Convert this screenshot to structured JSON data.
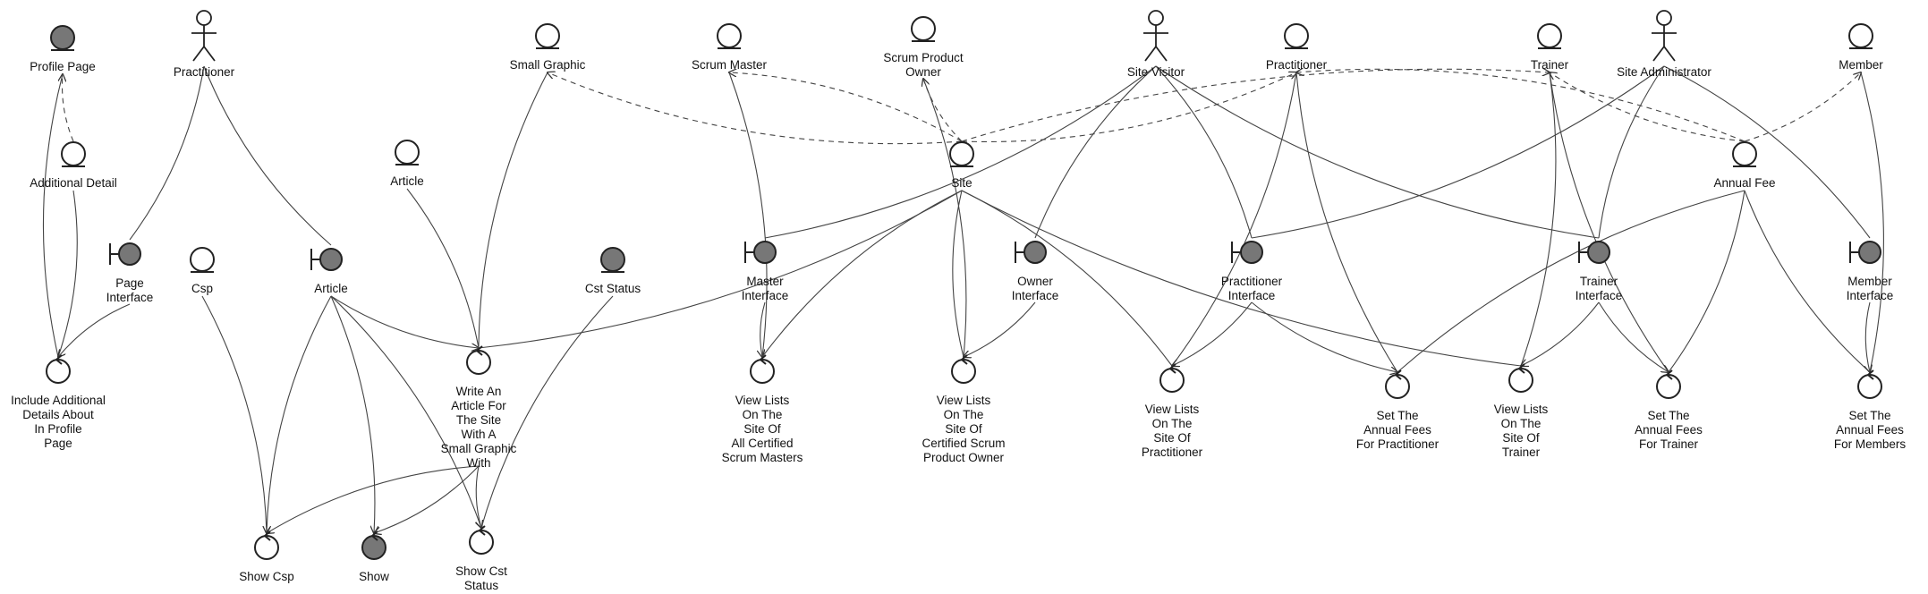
{
  "diagram": {
    "nodes": [
      {
        "id": "profile_page",
        "type": "entity",
        "filled": true,
        "label": [
          "Profile Page"
        ]
      },
      {
        "id": "additional_detail",
        "type": "entity",
        "filled": false,
        "label": [
          "Additional Detail"
        ]
      },
      {
        "id": "include_details",
        "type": "control",
        "filled": false,
        "label": [
          "Include Additional",
          "Details About",
          "In Profile",
          "Page"
        ]
      },
      {
        "id": "practitioner_actor",
        "type": "actor",
        "label": [
          "Practitioner"
        ]
      },
      {
        "id": "page_interface",
        "type": "boundary",
        "label": [
          "Page",
          "Interface"
        ]
      },
      {
        "id": "csp",
        "type": "entity",
        "filled": false,
        "label": [
          "Csp"
        ]
      },
      {
        "id": "article_boundary",
        "type": "boundary",
        "label": [
          "Article"
        ]
      },
      {
        "id": "show_csp",
        "type": "control",
        "filled": false,
        "label": [
          "Show Csp"
        ]
      },
      {
        "id": "show",
        "type": "control",
        "filled": true,
        "label": [
          "Show"
        ]
      },
      {
        "id": "article_entity",
        "type": "entity",
        "filled": false,
        "label": [
          "Article"
        ]
      },
      {
        "id": "small_graphic",
        "type": "entity",
        "filled": false,
        "label": [
          "Small Graphic"
        ]
      },
      {
        "id": "write_article",
        "type": "control",
        "filled": false,
        "label": [
          "Write An",
          "Article For",
          "The Site",
          "With A",
          "Small Graphic",
          "With"
        ]
      },
      {
        "id": "show_cst",
        "type": "control",
        "filled": false,
        "label": [
          "Show Cst",
          "Status"
        ]
      },
      {
        "id": "cst_status",
        "type": "entity",
        "filled": true,
        "label": [
          "Cst Status"
        ]
      },
      {
        "id": "scrum_master",
        "type": "entity",
        "filled": false,
        "label": [
          "Scrum Master"
        ]
      },
      {
        "id": "master_interface",
        "type": "boundary",
        "label": [
          "Master",
          "Interface"
        ]
      },
      {
        "id": "view_scrum_masters",
        "type": "control",
        "filled": false,
        "label": [
          "View Lists",
          "On The",
          "Site Of",
          "All Certified",
          "Scrum Masters"
        ]
      },
      {
        "id": "scrum_product_owner",
        "type": "entity",
        "filled": false,
        "label": [
          "Scrum Product",
          "Owner"
        ]
      },
      {
        "id": "site",
        "type": "entity",
        "filled": false,
        "label": [
          "Site"
        ]
      },
      {
        "id": "owner_interface",
        "type": "boundary",
        "label": [
          "Owner",
          "Interface"
        ]
      },
      {
        "id": "view_product_owner",
        "type": "control",
        "filled": false,
        "label": [
          "View Lists",
          "On The",
          "Site Of",
          "Certified Scrum",
          "Product Owner"
        ]
      },
      {
        "id": "site_visitor",
        "type": "actor",
        "label": [
          "Site Visitor"
        ]
      },
      {
        "id": "view_practitioner",
        "type": "control",
        "filled": false,
        "label": [
          "View Lists",
          "On The",
          "Site Of",
          "Practitioner"
        ]
      },
      {
        "id": "practitioner_entity",
        "type": "entity",
        "filled": false,
        "label": [
          "Practitioner"
        ]
      },
      {
        "id": "practitioner_interface",
        "type": "boundary",
        "label": [
          "Practitioner",
          "Interface"
        ]
      },
      {
        "id": "fees_practitioner",
        "type": "control",
        "filled": false,
        "label": [
          "Set The",
          "Annual Fees",
          "For Practitioner"
        ]
      },
      {
        "id": "trainer_entity",
        "type": "entity",
        "filled": false,
        "label": [
          "Trainer"
        ]
      },
      {
        "id": "view_trainer",
        "type": "control",
        "filled": false,
        "label": [
          "View Lists",
          "On The",
          "Site Of",
          "Trainer"
        ]
      },
      {
        "id": "site_administrator",
        "type": "actor",
        "label": [
          "Site Administrator"
        ]
      },
      {
        "id": "trainer_interface",
        "type": "boundary",
        "label": [
          "Trainer",
          "Interface"
        ]
      },
      {
        "id": "fees_trainer",
        "type": "control",
        "filled": false,
        "label": [
          "Set The",
          "Annual Fees",
          "For Trainer"
        ]
      },
      {
        "id": "annual_fee",
        "type": "entity",
        "filled": false,
        "label": [
          "Annual Fee"
        ]
      },
      {
        "id": "member",
        "type": "entity",
        "filled": false,
        "label": [
          "Member"
        ]
      },
      {
        "id": "member_interface",
        "type": "boundary",
        "label": [
          "Member",
          "Interface"
        ]
      },
      {
        "id": "fees_members",
        "type": "control",
        "filled": false,
        "label": [
          "Set The",
          "Annual Fees",
          "For Members"
        ]
      }
    ],
    "edges": [
      {
        "from": "additional_detail",
        "to": "profile_page",
        "style": "dashed",
        "arrow": true
      },
      {
        "from": "profile_page",
        "to": "include_details",
        "style": "solid",
        "arrow": false
      },
      {
        "from": "additional_detail",
        "to": "include_details",
        "style": "solid",
        "arrow": false
      },
      {
        "from": "page_interface",
        "to": "include_details",
        "style": "solid",
        "arrow": true
      },
      {
        "from": "practitioner_actor",
        "to": "page_interface",
        "style": "solid",
        "arrow": false
      },
      {
        "from": "practitioner_actor",
        "to": "article_boundary",
        "style": "solid",
        "arrow": false
      },
      {
        "from": "csp",
        "to": "show_csp",
        "style": "solid",
        "arrow": false
      },
      {
        "from": "article_boundary",
        "to": "show_csp",
        "style": "solid",
        "arrow": true
      },
      {
        "from": "article_boundary",
        "to": "show",
        "style": "solid",
        "arrow": true
      },
      {
        "from": "article_boundary",
        "to": "write_article",
        "style": "solid",
        "arrow": true
      },
      {
        "from": "article_boundary",
        "to": "show_cst",
        "style": "solid",
        "arrow": true
      },
      {
        "from": "write_article",
        "to": "show_csp",
        "style": "solid",
        "arrow": true
      },
      {
        "from": "write_article",
        "to": "show",
        "style": "solid",
        "arrow": true
      },
      {
        "from": "write_article",
        "to": "show_cst",
        "style": "solid",
        "arrow": true
      },
      {
        "from": "article_entity",
        "to": "write_article",
        "style": "solid",
        "arrow": false
      },
      {
        "from": "small_graphic",
        "to": "write_article",
        "style": "solid",
        "arrow": false
      },
      {
        "from": "site",
        "to": "write_article",
        "style": "solid",
        "arrow": false
      },
      {
        "from": "cst_status",
        "to": "show_cst",
        "style": "solid",
        "arrow": false
      },
      {
        "from": "site",
        "to": "small_graphic",
        "style": "dashed",
        "arrow": true
      },
      {
        "from": "site",
        "to": "scrum_master",
        "style": "dashed",
        "arrow": true
      },
      {
        "from": "site",
        "to": "scrum_product_owner",
        "style": "dashed",
        "arrow": true
      },
      {
        "from": "site",
        "to": "practitioner_entity",
        "style": "dashed",
        "arrow": true
      },
      {
        "from": "site",
        "to": "trainer_entity",
        "style": "dashed",
        "arrow": true
      },
      {
        "from": "annual_fee",
        "to": "practitioner_entity",
        "style": "dashed",
        "arrow": true
      },
      {
        "from": "annual_fee",
        "to": "trainer_entity",
        "style": "dashed",
        "arrow": true
      },
      {
        "from": "annual_fee",
        "to": "member",
        "style": "dashed",
        "arrow": true
      },
      {
        "from": "scrum_master",
        "to": "view_scrum_masters",
        "style": "solid",
        "arrow": false
      },
      {
        "from": "master_interface",
        "to": "view_scrum_masters",
        "style": "solid",
        "arrow": true
      },
      {
        "from": "site_visitor",
        "to": "master_interface",
        "style": "solid",
        "arrow": false
      },
      {
        "from": "site",
        "to": "view_scrum_masters",
        "style": "solid",
        "arrow": false
      },
      {
        "from": "scrum_product_owner",
        "to": "view_product_owner",
        "style": "solid",
        "arrow": false
      },
      {
        "from": "site",
        "to": "view_product_owner",
        "style": "solid",
        "arrow": false
      },
      {
        "from": "owner_interface",
        "to": "view_product_owner",
        "style": "solid",
        "arrow": true
      },
      {
        "from": "site_visitor",
        "to": "owner_interface",
        "style": "solid",
        "arrow": false
      },
      {
        "from": "site",
        "to": "view_practitioner",
        "style": "solid",
        "arrow": false
      },
      {
        "from": "site",
        "to": "view_trainer",
        "style": "solid",
        "arrow": false
      },
      {
        "from": "site_visitor",
        "to": "practitioner_interface",
        "style": "solid",
        "arrow": false
      },
      {
        "from": "site_visitor",
        "to": "trainer_interface",
        "style": "solid",
        "arrow": false
      },
      {
        "from": "practitioner_entity",
        "to": "view_practitioner",
        "style": "solid",
        "arrow": false
      },
      {
        "from": "practitioner_entity",
        "to": "fees_practitioner",
        "style": "solid",
        "arrow": false
      },
      {
        "from": "practitioner_interface",
        "to": "view_practitioner",
        "style": "solid",
        "arrow": true
      },
      {
        "from": "practitioner_interface",
        "to": "fees_practitioner",
        "style": "solid",
        "arrow": true
      },
      {
        "from": "site_administrator",
        "to": "practitioner_interface",
        "style": "solid",
        "arrow": false
      },
      {
        "from": "site_administrator",
        "to": "trainer_interface",
        "style": "solid",
        "arrow": false
      },
      {
        "from": "site_administrator",
        "to": "member_interface",
        "style": "solid",
        "arrow": false
      },
      {
        "from": "annual_fee",
        "to": "fees_practitioner",
        "style": "solid",
        "arrow": false
      },
      {
        "from": "annual_fee",
        "to": "fees_trainer",
        "style": "solid",
        "arrow": false
      },
      {
        "from": "annual_fee",
        "to": "fees_members",
        "style": "solid",
        "arrow": false
      },
      {
        "from": "trainer_entity",
        "to": "view_trainer",
        "style": "solid",
        "arrow": false
      },
      {
        "from": "trainer_entity",
        "to": "fees_trainer",
        "style": "solid",
        "arrow": false
      },
      {
        "from": "trainer_interface",
        "to": "view_trainer",
        "style": "solid",
        "arrow": true
      },
      {
        "from": "trainer_interface",
        "to": "fees_trainer",
        "style": "solid",
        "arrow": true
      },
      {
        "from": "member",
        "to": "fees_members",
        "style": "solid",
        "arrow": false
      },
      {
        "from": "member_interface",
        "to": "fees_members",
        "style": "solid",
        "arrow": true
      }
    ]
  }
}
